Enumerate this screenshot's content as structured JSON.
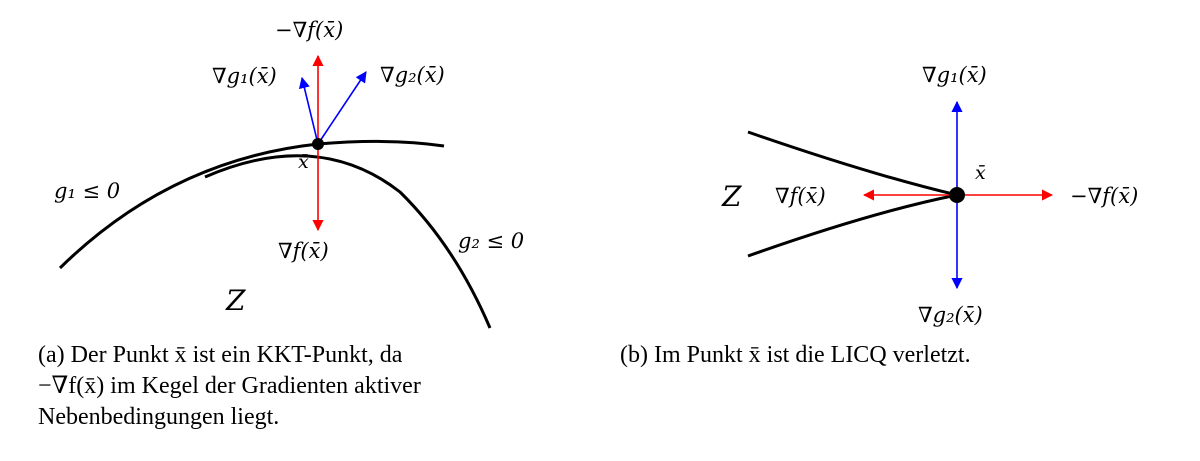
{
  "panel_a": {
    "label_neg_grad_f": "−∇f(x̄)",
    "label_grad_g1": "∇g₁(x̄)",
    "label_grad_g2": "∇g₂(x̄)",
    "label_point": "x̄",
    "label_g1": "g₁ ≤ 0",
    "label_g2": "g₂ ≤ 0",
    "label_grad_f": "∇f(x̄)",
    "label_Z": "Z",
    "caption_tag": "(a)",
    "caption_line1": "Der Punkt x̄ ist ein KKT-Punkt, da",
    "caption_line2": "−∇f(x̄) im Kegel der Gradienten aktiver",
    "caption_line3": "Nebenbedingungen liegt."
  },
  "panel_b": {
    "label_grad_g1": "∇g₁(x̄)",
    "label_point": "x̄",
    "label_Z": "Z",
    "label_grad_f": "∇f(x̄)",
    "label_neg_grad_f": "−∇f(x̄)",
    "label_grad_g2": "∇g₂(x̄)",
    "caption_tag": "(b)",
    "caption_text": "Im Punkt x̄ ist die LICQ verletzt."
  },
  "colors": {
    "red": "#ff0000",
    "blue": "#0000ff",
    "black": "#000000"
  }
}
